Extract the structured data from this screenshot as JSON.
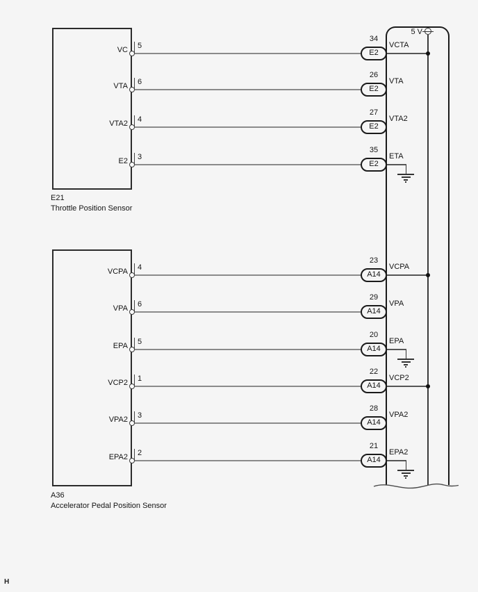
{
  "page": {
    "background": "#f5f5f5",
    "footer_mark": "H"
  },
  "ecu": {
    "supply_label": "5 V"
  },
  "sensors": [
    {
      "id": "E21",
      "name": "Throttle Position Sensor",
      "pins": [
        {
          "label": "VC",
          "pin": "5",
          "ecu_pin": "34",
          "ecu_connector": "E2",
          "ecu_signal": "VCTA",
          "connection": "5v-rail"
        },
        {
          "label": "VTA",
          "pin": "6",
          "ecu_pin": "26",
          "ecu_connector": "E2",
          "ecu_signal": "VTA",
          "connection": "signal"
        },
        {
          "label": "VTA2",
          "pin": "4",
          "ecu_pin": "27",
          "ecu_connector": "E2",
          "ecu_signal": "VTA2",
          "connection": "signal"
        },
        {
          "label": "E2",
          "pin": "3",
          "ecu_pin": "35",
          "ecu_connector": "E2",
          "ecu_signal": "ETA",
          "connection": "ground"
        }
      ]
    },
    {
      "id": "A36",
      "name": "Accelerator Pedal Position Sensor",
      "pins": [
        {
          "label": "VCPA",
          "pin": "4",
          "ecu_pin": "23",
          "ecu_connector": "A14",
          "ecu_signal": "VCPA",
          "connection": "5v-rail"
        },
        {
          "label": "VPA",
          "pin": "6",
          "ecu_pin": "29",
          "ecu_connector": "A14",
          "ecu_signal": "VPA",
          "connection": "signal"
        },
        {
          "label": "EPA",
          "pin": "5",
          "ecu_pin": "20",
          "ecu_connector": "A14",
          "ecu_signal": "EPA",
          "connection": "ground"
        },
        {
          "label": "VCP2",
          "pin": "1",
          "ecu_pin": "22",
          "ecu_connector": "A14",
          "ecu_signal": "VCP2",
          "connection": "5v-rail"
        },
        {
          "label": "VPA2",
          "pin": "3",
          "ecu_pin": "28",
          "ecu_connector": "A14",
          "ecu_signal": "VPA2",
          "connection": "signal"
        },
        {
          "label": "EPA2",
          "pin": "2",
          "ecu_pin": "21",
          "ecu_connector": "A14",
          "ecu_signal": "EPA2",
          "connection": "ground"
        }
      ]
    }
  ]
}
